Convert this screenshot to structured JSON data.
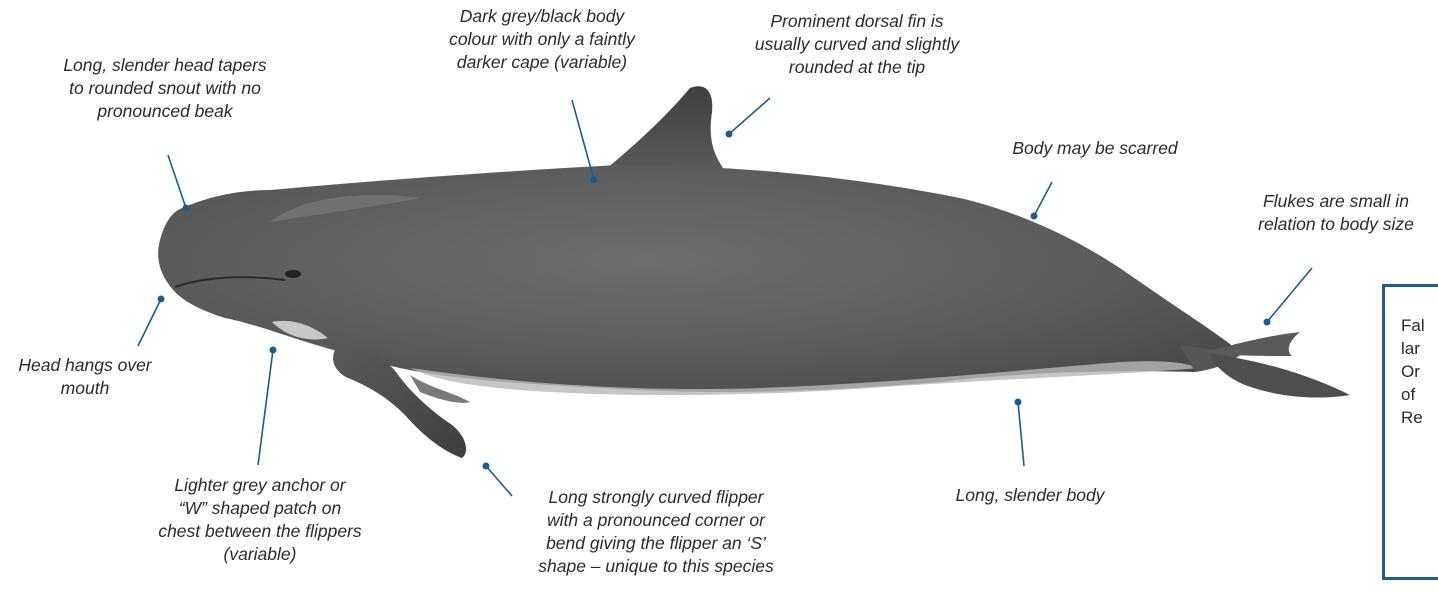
{
  "annotations": {
    "head": "Long, slender head tapers\nto rounded snout with no\npronounced beak",
    "colour": "Dark grey/black body\ncolour with only a faintly\ndarker cape (variable)",
    "dorsal_fin": "Prominent  dorsal fin is\nusually curved and slightly\nrounded at the tip",
    "scarred": "Body may be scarred",
    "flukes": "Flukes are small in\nrelation to body size",
    "head_mouth": "Head hangs over\nmouth",
    "chest_patch": "Lighter grey anchor or\n“W” shaped patch on\nchest between the flippers\n(variable)",
    "flipper": "Long strongly curved flipper\nwith a pronounced corner or\nbend giving the flipper an ‘S’\nshape – unique to this species",
    "slender_body": "Long, slender body"
  },
  "side_box": {
    "text": "Fal\nlar\nOr\nof\nRe"
  },
  "colors": {
    "leader_line": "#1a5d8f",
    "body_dark": "#4a4a4a",
    "body_mid": "#6e6e6e",
    "belly_light": "#b8b8b8",
    "box_border": "#1a5d8f"
  }
}
